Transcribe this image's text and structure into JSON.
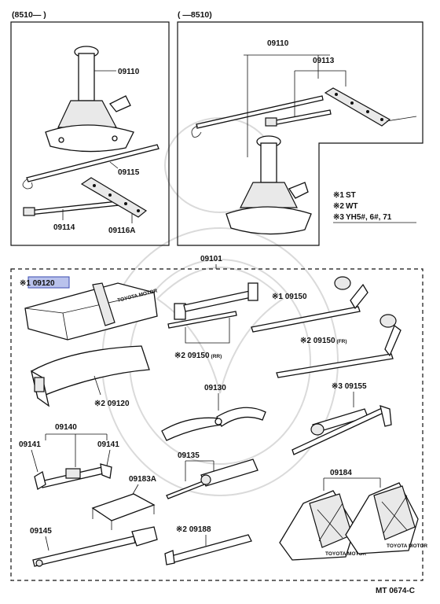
{
  "header": {
    "left_range": "(8510—        )",
    "right_range": "(          —8510)"
  },
  "upper_left": {
    "jack": "09110",
    "handle": "09115",
    "bar": "09114",
    "bracket": "09116A"
  },
  "upper_right": {
    "jack": "09110",
    "bracket": "09113"
  },
  "legend": [
    {
      "mark": "※1",
      "text": "ST"
    },
    {
      "mark": "※2",
      "text": "WT"
    },
    {
      "mark": "※3",
      "text": "YH5#, 6#, 71"
    }
  ],
  "main_set": {
    "label": "09101"
  },
  "parts": {
    "tool_bag_1": "※1 09120",
    "bag_script": "TOYOTA MOTOR",
    "tool_bag_2": "※2 09120",
    "wrench_st": "※1 09150",
    "wrench_wt_rr": "※2 09150",
    "wrench_wt_rr_sub": "(RR)",
    "wrench_wt_fr": "※2 09150",
    "wrench_wt_fr_sub": "(FR)",
    "pliers": "09130",
    "wrench_yh": "※3 09155",
    "spanner_set": "09140",
    "spanner_left": "09141",
    "spanner_right": "09141",
    "screwdriver": "09135",
    "hook": "09183A",
    "adjustable_wrench": "09145",
    "tire_tool": "※2 09188",
    "chocks": "09184",
    "chock_text": "TOYOTA MOTOR"
  },
  "footer": {
    "code": "MT  0674-C"
  }
}
